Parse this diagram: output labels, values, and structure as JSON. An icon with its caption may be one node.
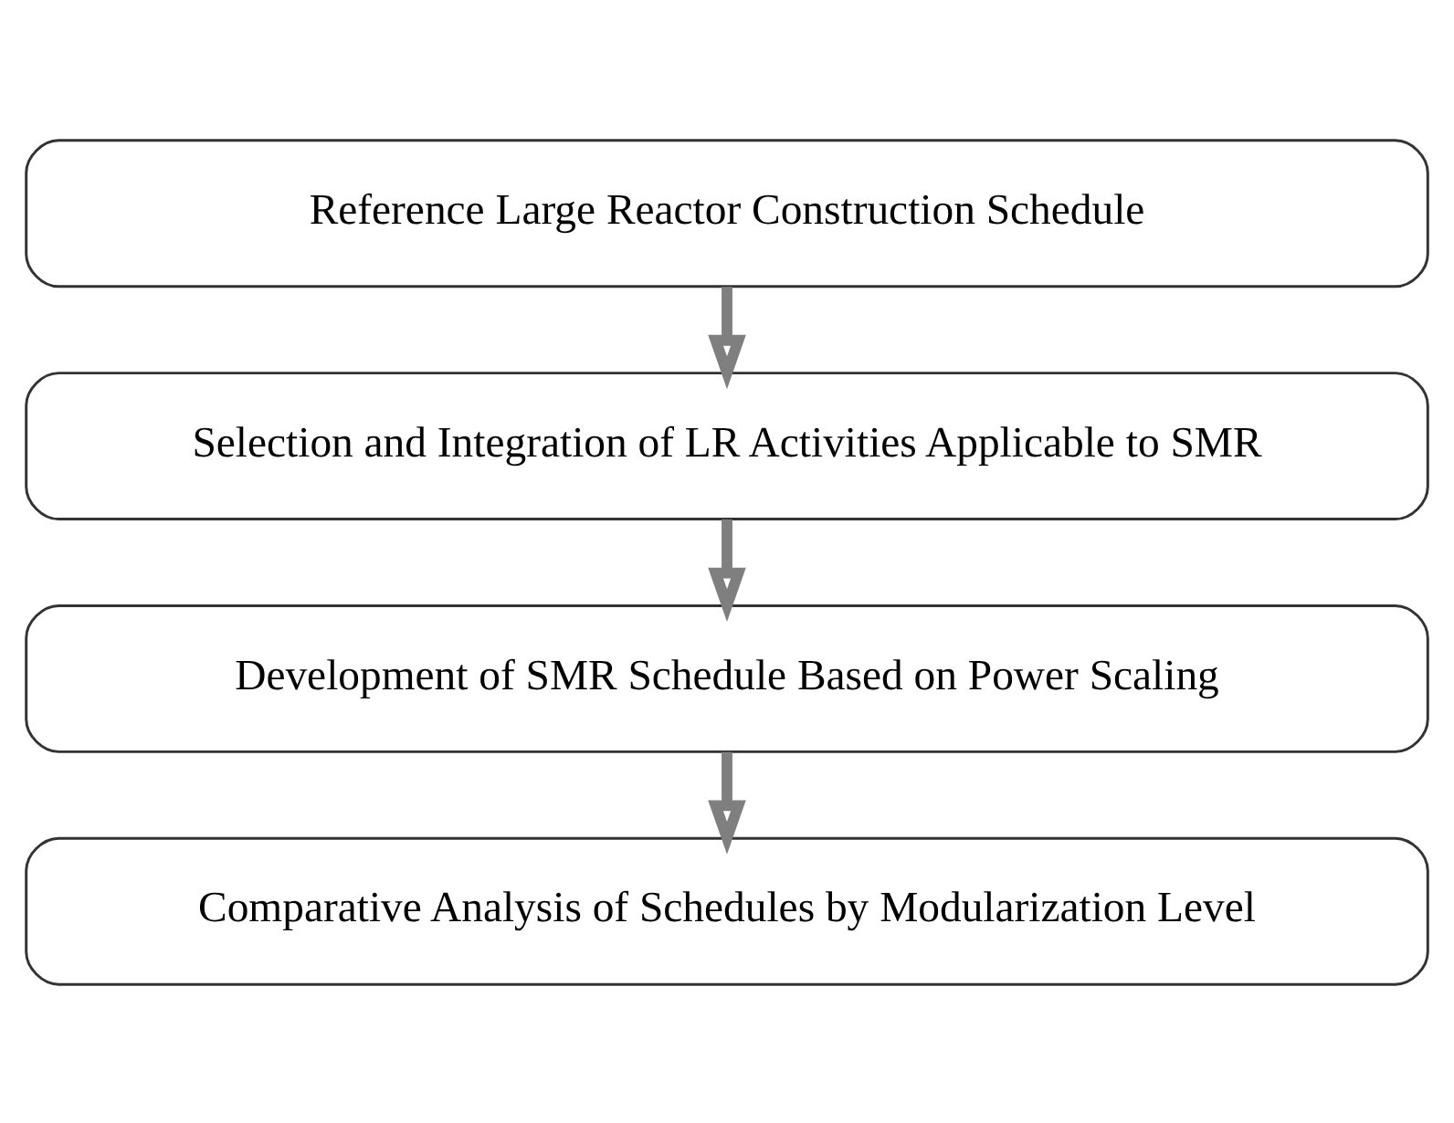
{
  "diagram": {
    "nodes": [
      {
        "text": [
          "Reference Large Reactor Construction Schedule"
        ]
      },
      {
        "text": [
          "Selection and Integration of LR Activities Applicable to SMR"
        ]
      },
      {
        "text": [
          "Development of SMR Schedule Based on Power Scaling"
        ]
      },
      {
        "text": [
          "Comparative Analysis of Schedules by Modularization Level"
        ]
      }
    ],
    "edges": [
      {
        "from": 0,
        "to": 1,
        "arrow": "to"
      },
      {
        "from": 1,
        "to": 2,
        "arrow": "to"
      },
      {
        "from": 2,
        "to": 3,
        "arrow": "to"
      }
    ]
  }
}
